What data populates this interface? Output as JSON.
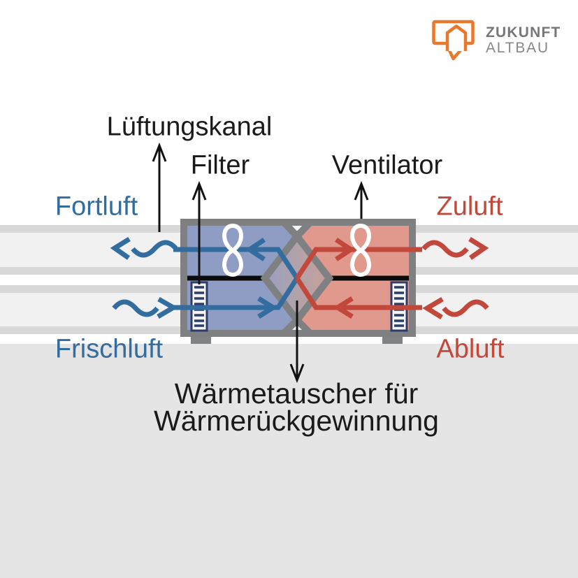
{
  "logo": {
    "brand_line1": "ZUKUNFT",
    "brand_line2": "ALTBAU"
  },
  "labels": {
    "duct": "Lüftungskanal",
    "filter": "Filter",
    "fan": "Ventilator",
    "exhaust_air": "Fortluft",
    "supply_air": "Zuluft",
    "fresh_air": "Frischluft",
    "extract_air": "Abluft",
    "heat_exchanger_line1": "Wärmetauscher für",
    "heat_exchanger_line2": "Wärmerückgewinnung"
  },
  "colors": {
    "air_cold_blue": "#336c9f",
    "air_warm_red": "#c2483c",
    "unit_cold_fill": "#8f9cc3",
    "unit_warm_fill": "#e0998c",
    "casing_gray": "#7e8082",
    "filter_navy": "#2d3c6b",
    "divider_black": "#0b0b0b",
    "wall_band_edge": "#d8d8d8",
    "wall_band_fill": "#f1f1f1",
    "floor_gray": "#e5e5e5",
    "brand_orange": "#e8792c",
    "brand_text_gray": "#77787b"
  }
}
